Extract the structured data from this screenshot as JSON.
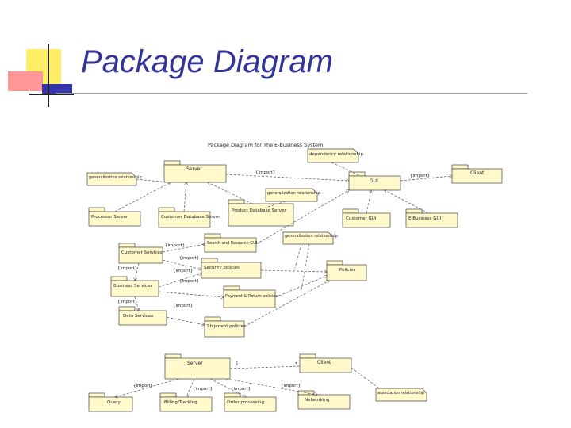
{
  "slide": {
    "title": "Package Diagram",
    "accent_colors": {
      "yellow": "#ffee66",
      "pink": "#ff9999",
      "blue": "#3333aa",
      "title": "#333399"
    }
  },
  "diagram": {
    "caption": "Package Diagram for The E-Business System",
    "packages": {
      "server": "Server",
      "gui": "GUI",
      "client_top": "Client",
      "processor_server": "Processor Server",
      "customer_database_server": "Customer Database Server",
      "product_database_server": "Product Database Server",
      "customer_gui": "Customer GUI",
      "ebusiness_gui": "E-Business GUI",
      "customer_services": "Customer Services",
      "search_research_gui": "Search and Research GUI",
      "security_policies": "Security policies",
      "policies": "Policies",
      "business_services": "Business Services",
      "payment_return_policies": "Payment & Return policies",
      "data_services": "Data Services",
      "shipment_policies": "Shipment policies",
      "server_bottom": "Server",
      "client_bottom": "Client",
      "query": "Query",
      "billing_tracking": "Billing/Tracking",
      "order_processing": "Order processing",
      "networking": "Networking"
    },
    "notes": {
      "dependency": "dependency relationship",
      "generalization_left": "generalization relationship",
      "generalization_mid": "generalization relationship",
      "generalization_right": "generalization relationship",
      "association": "association relationship"
    },
    "labels": {
      "import_server_gui": "{import}",
      "import_gui_client": "{import}",
      "import_cs": "{import}",
      "import_cs_sec": "{import}",
      "import_cs_bs": "{import}",
      "import_bs_sec": "{import}",
      "import_bs_pay": "{import}",
      "import_bs_ds": "{import}",
      "import_ds_ship": "{import}",
      "import_server_query": "{import}",
      "import_billing": "{import}",
      "import_order": "{import}",
      "import_networking": "{import}",
      "mult_server": "1",
      "mult_client": "*"
    }
  }
}
